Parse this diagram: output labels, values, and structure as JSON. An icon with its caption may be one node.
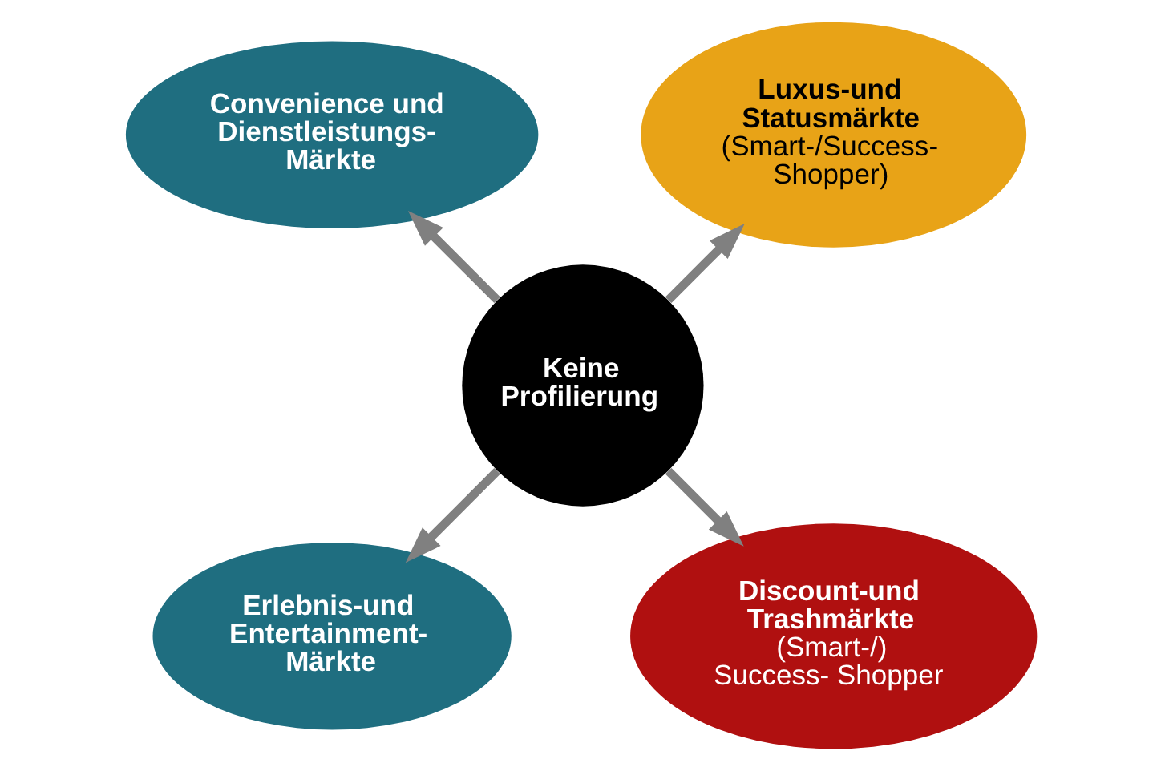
{
  "diagram": {
    "nodes": [
      {
        "text": [
          "Luxus-und Statusmärkte",
          "(Smart-/Success- Shopper)"
        ]
      },
      {
        "text": [
          "Convenience und Dienstleistungs- Märkte"
        ]
      },
      {
        "text": [
          "Keine Profilierung"
        ]
      },
      {
        "text": [
          "Erlebnis-und Entertainment- Märkte"
        ]
      },
      {
        "text": [
          "Discount-und Trashmärkte",
          "(Smart-/) Success- Shopper"
        ]
      }
    ],
    "edges": [
      {
        "from": 2,
        "to": 0,
        "arrow": "to"
      },
      {
        "from": 2,
        "to": 1,
        "arrow": "to"
      },
      {
        "from": 2,
        "to": 4,
        "arrow": "to"
      },
      {
        "from": 2,
        "to": 3,
        "arrow": "to"
      }
    ]
  }
}
